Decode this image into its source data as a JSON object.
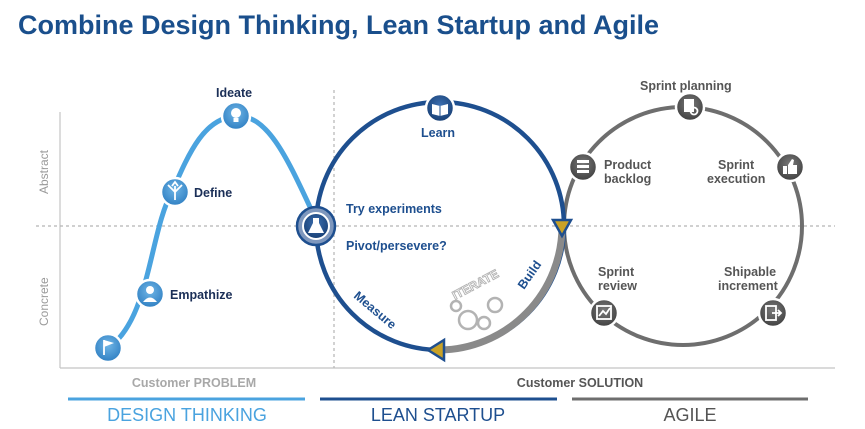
{
  "title": "Combine Design Thinking, Lean Startup and Agile",
  "axis": {
    "abstract": "Abstract",
    "concrete": "Concrete"
  },
  "design_thinking": {
    "steps": [
      "Empathize",
      "Define",
      "Ideate"
    ],
    "icons": [
      "flag-icon",
      "person-icon",
      "split-arrows-icon",
      "lightbulb-icon"
    ]
  },
  "lean_startup": {
    "learn": "Learn",
    "build": "Build",
    "measure": "Measure",
    "iterate": "ITERATE",
    "try_experiments": "Try experiments",
    "pivot": "Pivot/persevere?",
    "icons": [
      "book-icon",
      "flask-icon"
    ]
  },
  "agile": {
    "sprint_planning": "Sprint planning",
    "product_backlog": [
      "Product",
      "backlog"
    ],
    "sprint_execution": [
      "Sprint",
      "execution"
    ],
    "sprint_review": [
      "Sprint",
      "review"
    ],
    "shipable_increment": [
      "Shipable",
      "increment"
    ],
    "icons": [
      "document-search-icon",
      "list-icon",
      "thumbs-up-icon",
      "chart-icon",
      "export-icon"
    ]
  },
  "labels": {
    "problem": "Customer PROBLEM",
    "solution": "Customer SOLUTION"
  },
  "sections": {
    "design": "DESIGN THINKING",
    "lean": "LEAN STARTUP",
    "agile": "AGILE"
  },
  "colors": {
    "design": "#4aa3df",
    "lean": "#1e4f8f",
    "agile": "#6e6e6e",
    "accent": "#c9a227",
    "title": "#1a4f8c"
  }
}
